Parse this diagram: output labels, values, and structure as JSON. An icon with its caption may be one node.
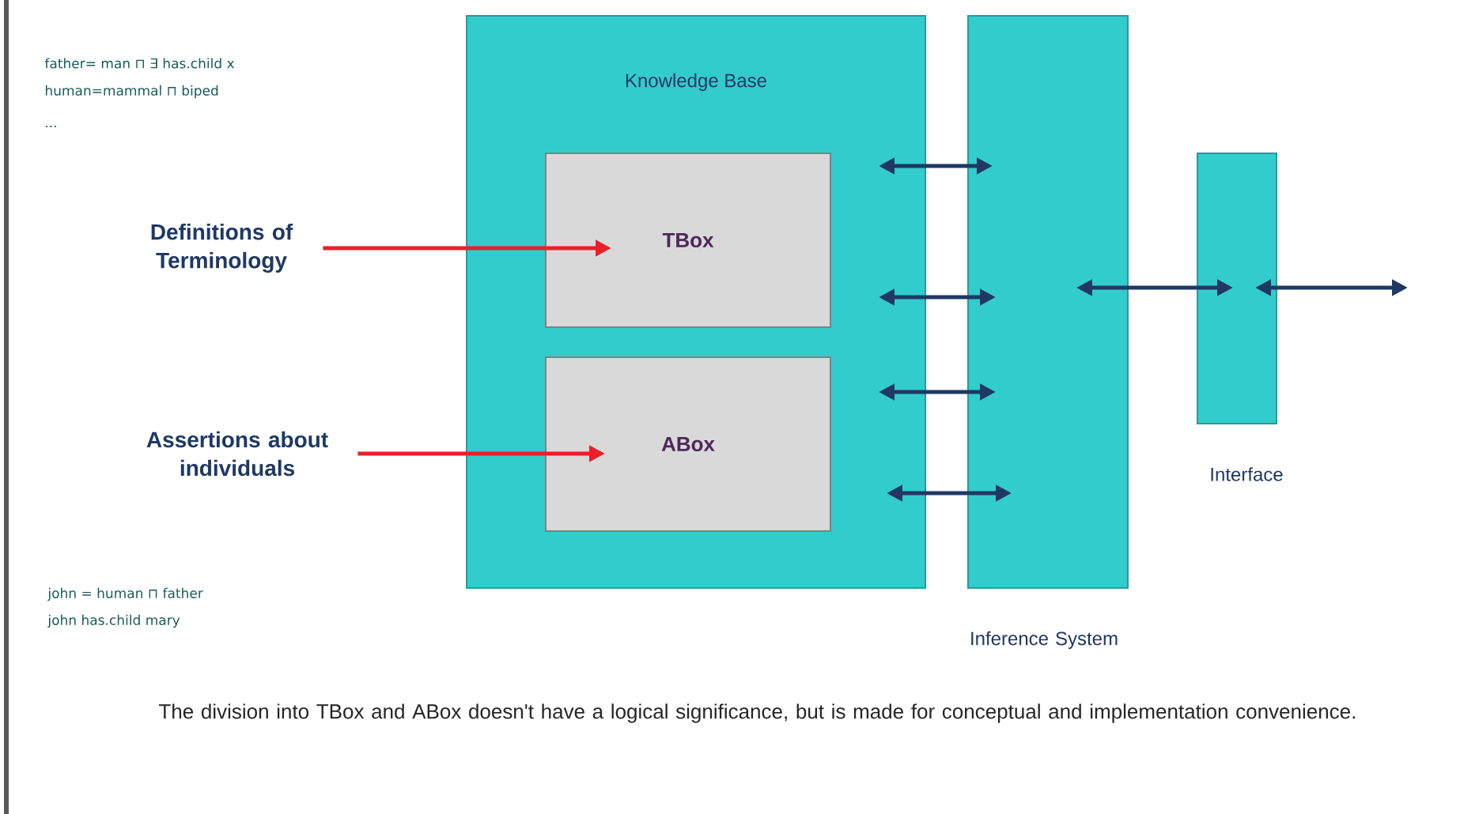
{
  "diagram": {
    "caption": "The division into TBox and ABox doesn't have a logical significance, but is made for conceptual and implementation convenience.",
    "nodes": [
      {
        "text": [
          "Knowledge Base"
        ]
      },
      {
        "text": [
          "TBox"
        ],
        "in": 0
      },
      {
        "text": [
          "ABox"
        ],
        "in": 0
      },
      {
        "text": [
          "Inference System"
        ]
      },
      {
        "text": [
          "Interface"
        ]
      },
      {
        "text": [
          "Definitions of Terminology"
        ]
      },
      {
        "text": [
          "Assertions about individuals"
        ]
      }
    ],
    "edges": [
      {
        "from": 5,
        "to": 1,
        "arrow": "to",
        "color": "#e8202a"
      },
      {
        "from": 6,
        "to": 2,
        "arrow": "to",
        "color": "#e8202a"
      },
      {
        "from": 0,
        "to": 3,
        "arrow": "both"
      },
      {
        "from": 0,
        "to": 3,
        "arrow": "both"
      },
      {
        "from": 0,
        "to": 3,
        "arrow": "both"
      },
      {
        "from": 0,
        "to": 3,
        "arrow": "both"
      },
      {
        "from": 3,
        "to": 4,
        "arrow": "both"
      },
      {
        "from": 4,
        "to": null,
        "arrow": "both"
      }
    ],
    "labels": [
      "father= man ⊓ ∃ has.child x",
      "human=mammal ⊓ biped",
      "...",
      "john = human ⊓ father",
      "john has.child mary"
    ]
  }
}
